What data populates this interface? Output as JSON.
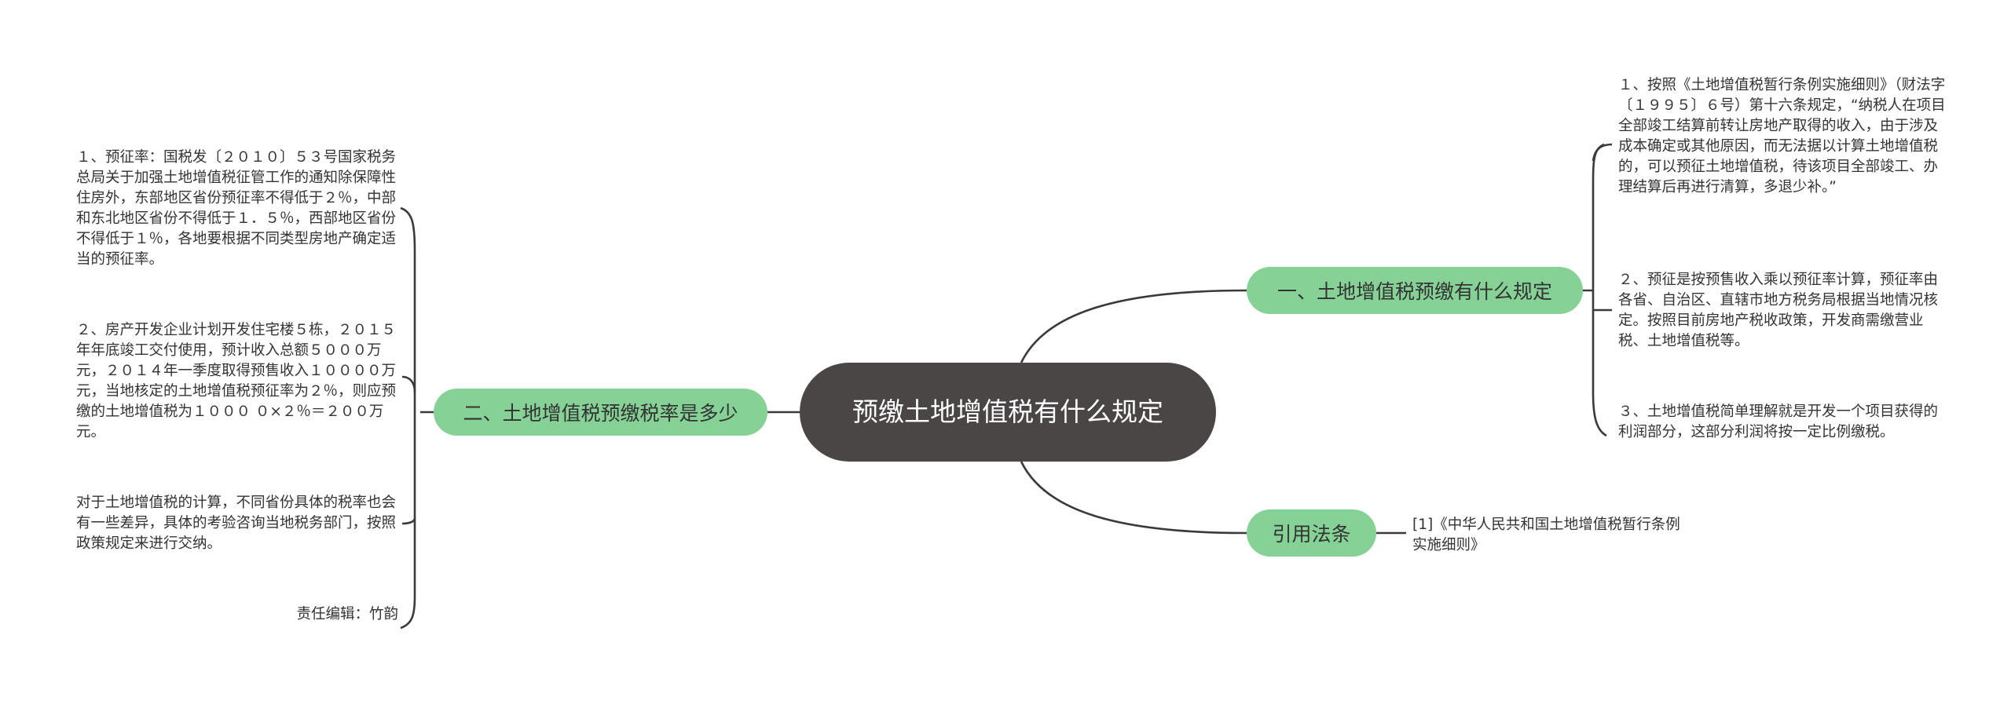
{
  "root": {
    "label": "预缴土地增值税有什么规定"
  },
  "branches": {
    "prepay_rules": {
      "label": "一、土地增值税预缴有什么规定",
      "items": [
        "１、按照《土地增值税暂行条例实施细则》（财法字〔１９９５〕６号）第十六条规定，“纳税人在项目全部竣工结算前转让房地产取得的收入，由于涉及成本确定或其他原因，而无法据以计算土地增值税的，可以预征土地增值税，待该项目全部竣工、办理结算后再进行清算，多退少补。”",
        "２、预征是按预售收入乘以预征率计算，预征率由各省、自治区、直辖市地方税务局根据当地情况核定。按照目前房地产税收政策，开发商需缴营业税、土地增值税等。",
        "３、土地增值税简单理解就是开发一个项目获得的利润部分，这部分利润将按一定比例缴税。"
      ]
    },
    "references": {
      "label": "引用法条",
      "items": [
        "[1]《中华人民共和国土地增值税暂行条例实施细则》"
      ]
    },
    "prepay_rate": {
      "label": "二、土地增值税预缴税率是多少",
      "items": [
        "１、预征率：国税发〔２０１０〕５３号国家税务总局关于加强土地增值税征管工作的通知除保障性住房外，东部地区省份预征率不得低于２％，中部和东北地区省份不得低于１．５％，西部地区省份不得低于１％，各地要根据不同类型房地产确定适当的预征率。",
        "２、房产开发企业计划开发住宅楼５栋，２０１５年年底竣工交付使用，预计收入总额５０００万元，２０１４年一季度取得预售收入１００００万元，当地核定的土地增值税预征率为２％，则应预缴的土地增值税为１０００ ０×２％＝２００万元。",
        "对于土地增值税的计算，不同省份具体的税率也会有一些差异，具体的考验咨询当地税务部门，按照政策规定来进行交纳。",
        "责任编辑：竹韵"
      ]
    }
  }
}
